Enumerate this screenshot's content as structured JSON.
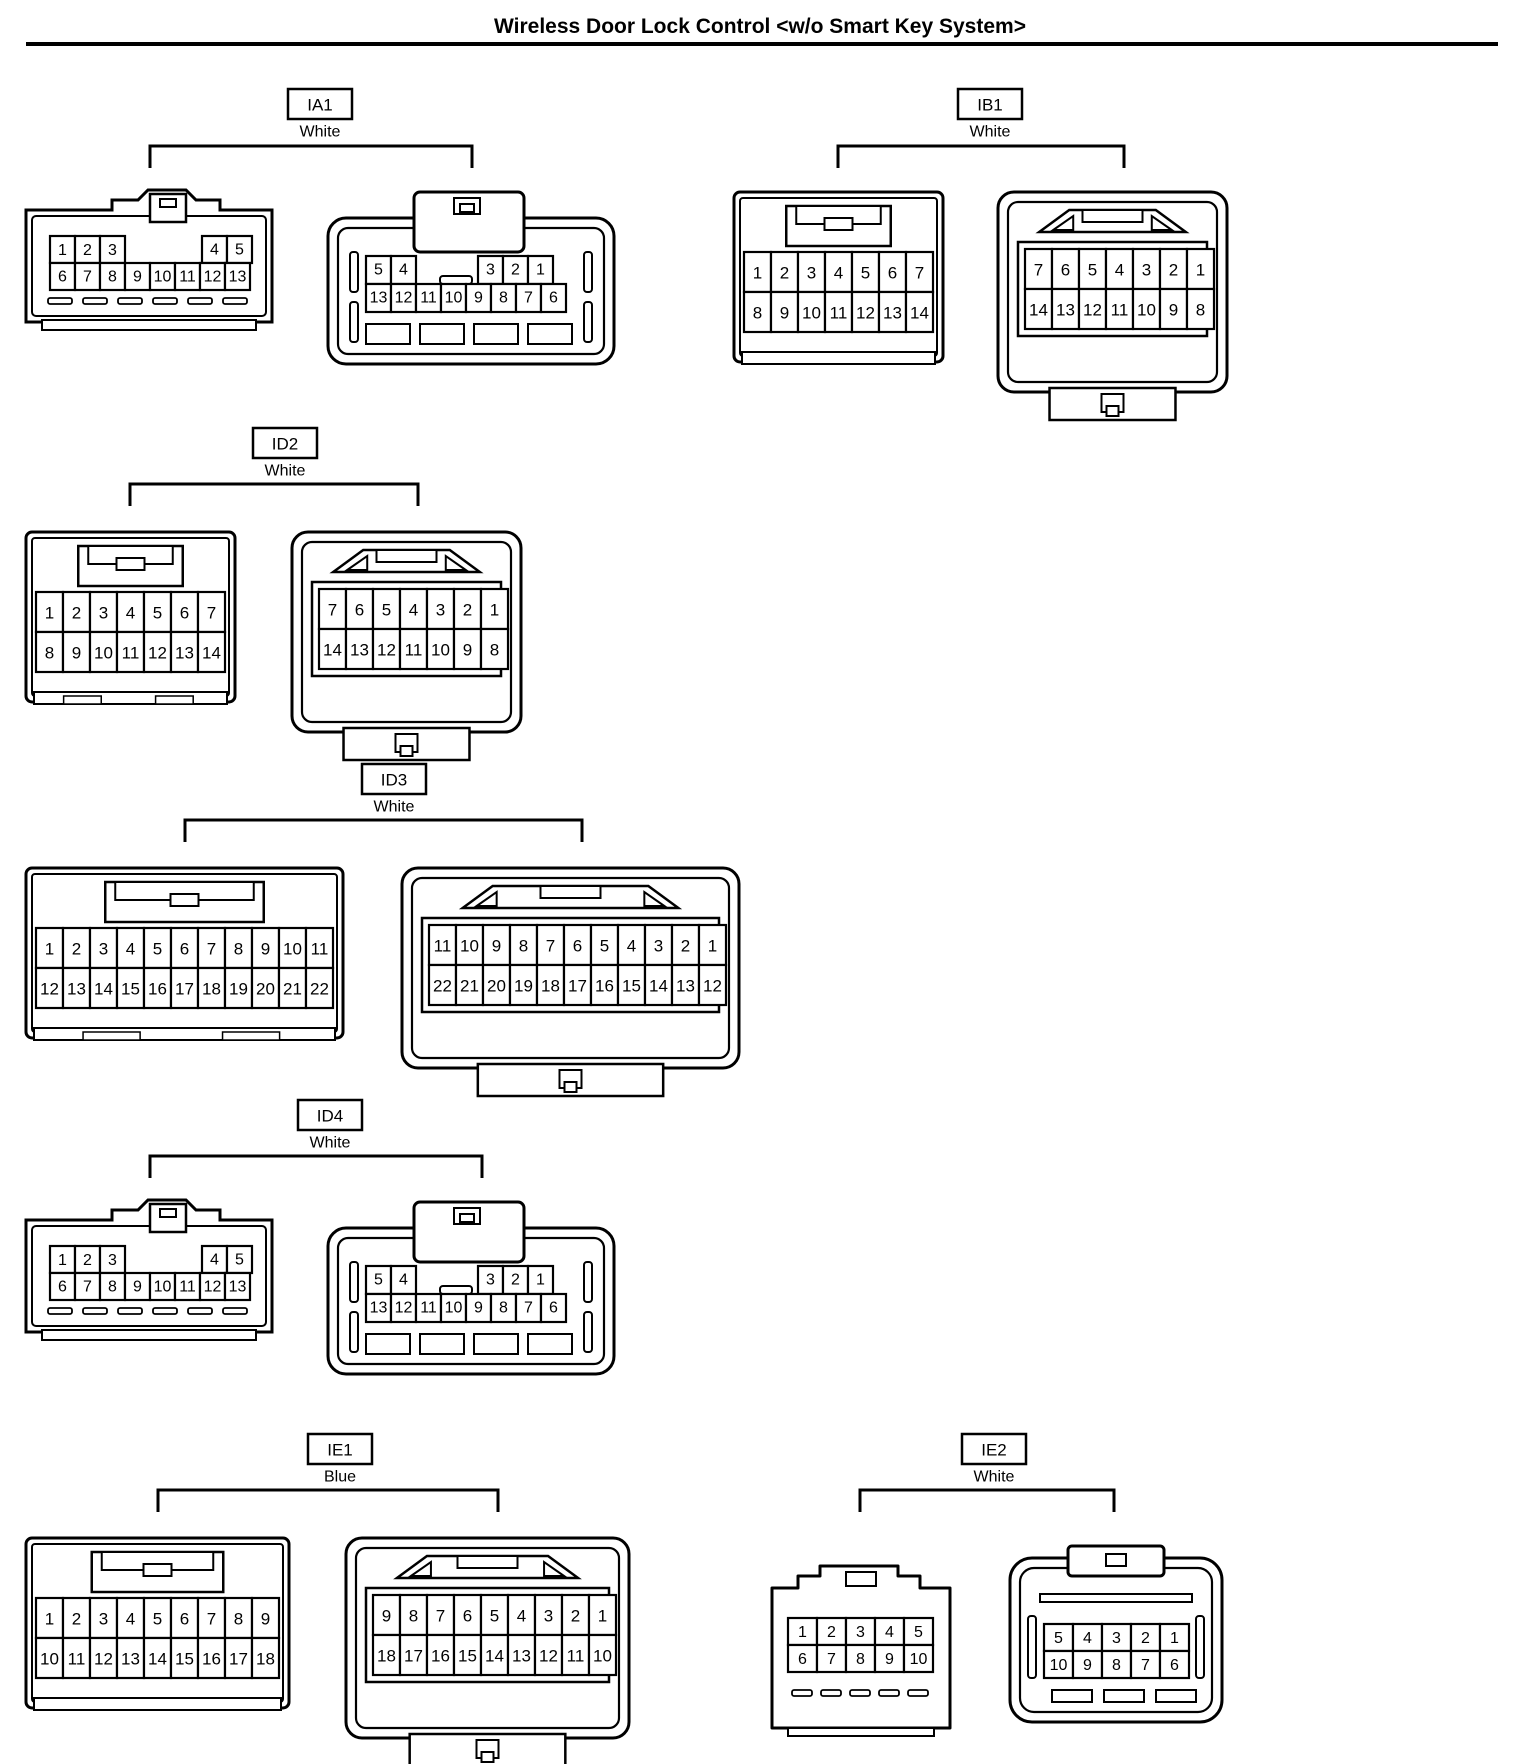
{
  "title": "Wireless Door Lock Control <w/o Smart Key System>",
  "connectors": [
    {
      "id": "IA1",
      "color": "White",
      "male": {
        "rows": [
          [
            "1",
            "2",
            "3",
            "",
            "4",
            "5"
          ],
          [
            "6",
            "7",
            "8",
            "9",
            "10",
            "11",
            "12",
            "13"
          ]
        ]
      },
      "female": {
        "rows": [
          [
            "5",
            "4",
            "",
            "3",
            "2",
            "1"
          ],
          [
            "13",
            "12",
            "11",
            "10",
            "9",
            "8",
            "7",
            "6"
          ]
        ]
      }
    },
    {
      "id": "IB1",
      "color": "White",
      "male": {
        "rows": [
          [
            "1",
            "2",
            "3",
            "4",
            "5",
            "6",
            "7"
          ],
          [
            "8",
            "9",
            "10",
            "11",
            "12",
            "13",
            "14"
          ]
        ]
      },
      "female": {
        "rows": [
          [
            "7",
            "6",
            "5",
            "4",
            "3",
            "2",
            "1"
          ],
          [
            "14",
            "13",
            "12",
            "11",
            "10",
            "9",
            "8"
          ]
        ]
      }
    },
    {
      "id": "ID2",
      "color": "White",
      "male": {
        "rows": [
          [
            "1",
            "2",
            "3",
            "4",
            "5",
            "6",
            "7"
          ],
          [
            "8",
            "9",
            "10",
            "11",
            "12",
            "13",
            "14"
          ]
        ]
      },
      "female": {
        "rows": [
          [
            "7",
            "6",
            "5",
            "4",
            "3",
            "2",
            "1"
          ],
          [
            "14",
            "13",
            "12",
            "11",
            "10",
            "9",
            "8"
          ]
        ]
      }
    },
    {
      "id": "ID3",
      "color": "White",
      "male": {
        "rows": [
          [
            "1",
            "2",
            "3",
            "4",
            "5",
            "6",
            "7",
            "8",
            "9",
            "10",
            "11"
          ],
          [
            "12",
            "13",
            "14",
            "15",
            "16",
            "17",
            "18",
            "19",
            "20",
            "21",
            "22"
          ]
        ]
      },
      "female": {
        "rows": [
          [
            "11",
            "10",
            "9",
            "8",
            "7",
            "6",
            "5",
            "4",
            "3",
            "2",
            "1"
          ],
          [
            "22",
            "21",
            "20",
            "19",
            "18",
            "17",
            "16",
            "15",
            "14",
            "13",
            "12"
          ]
        ]
      }
    },
    {
      "id": "ID4",
      "color": "White",
      "male": {
        "rows": [
          [
            "1",
            "2",
            "3",
            "",
            "4",
            "5"
          ],
          [
            "6",
            "7",
            "8",
            "9",
            "10",
            "11",
            "12",
            "13"
          ]
        ]
      },
      "female": {
        "rows": [
          [
            "5",
            "4",
            "",
            "3",
            "2",
            "1"
          ],
          [
            "13",
            "12",
            "11",
            "10",
            "9",
            "8",
            "7",
            "6"
          ]
        ]
      }
    },
    {
      "id": "IE1",
      "color": "Blue",
      "male": {
        "rows": [
          [
            "1",
            "2",
            "3",
            "4",
            "5",
            "6",
            "7",
            "8",
            "9"
          ],
          [
            "10",
            "11",
            "12",
            "13",
            "14",
            "15",
            "16",
            "17",
            "18"
          ]
        ]
      },
      "female": {
        "rows": [
          [
            "9",
            "8",
            "7",
            "6",
            "5",
            "4",
            "3",
            "2",
            "1"
          ],
          [
            "18",
            "17",
            "16",
            "15",
            "14",
            "13",
            "12",
            "11",
            "10"
          ]
        ]
      }
    },
    {
      "id": "IE2",
      "color": "White",
      "male": {
        "rows": [
          [
            "1",
            "2",
            "3",
            "4",
            "5"
          ],
          [
            "6",
            "7",
            "8",
            "9",
            "10"
          ]
        ]
      },
      "female": {
        "rows": [
          [
            "5",
            "4",
            "3",
            "2",
            "1"
          ],
          [
            "10",
            "9",
            "8",
            "7",
            "6"
          ]
        ]
      }
    }
  ]
}
